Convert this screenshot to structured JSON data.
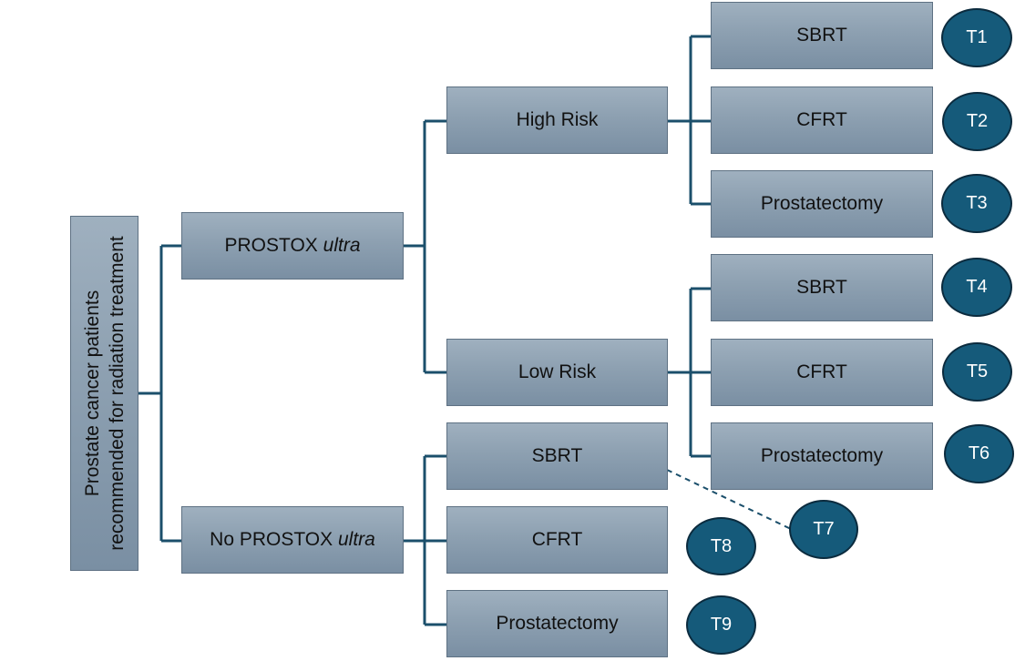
{
  "root": {
    "line1": "Prostate cancer patients",
    "line2": "recommended for radiation treatment"
  },
  "level1": {
    "prostox": {
      "text": "PROSTOX ",
      "italic": "ultra"
    },
    "no_prostox": {
      "text": "No PROSTOX ",
      "italic": "ultra"
    }
  },
  "level2": {
    "high_risk": "High Risk",
    "low_risk": "Low Risk",
    "no_prostox_sbrt": "SBRT",
    "no_prostox_cfrt": "CFRT",
    "no_prostox_prostatectomy": "Prostatectomy"
  },
  "level3": {
    "high_sbrt": "SBRT",
    "high_cfrt": "CFRT",
    "high_prostatectomy": "Prostatectomy",
    "low_sbrt": "SBRT",
    "low_cfrt": "CFRT",
    "low_prostatectomy": "Prostatectomy"
  },
  "terminals": {
    "t1": "T1",
    "t2": "T2",
    "t3": "T3",
    "t4": "T4",
    "t5": "T5",
    "t6": "T6",
    "t7": "T7",
    "t8": "T8",
    "t9": "T9"
  },
  "colors": {
    "connector": "#1b4f6b",
    "box_top": "#9fb0bf",
    "box_bottom": "#7a8fa3",
    "circle_fill": "#155a7a",
    "circle_border": "#0b2b3e"
  }
}
